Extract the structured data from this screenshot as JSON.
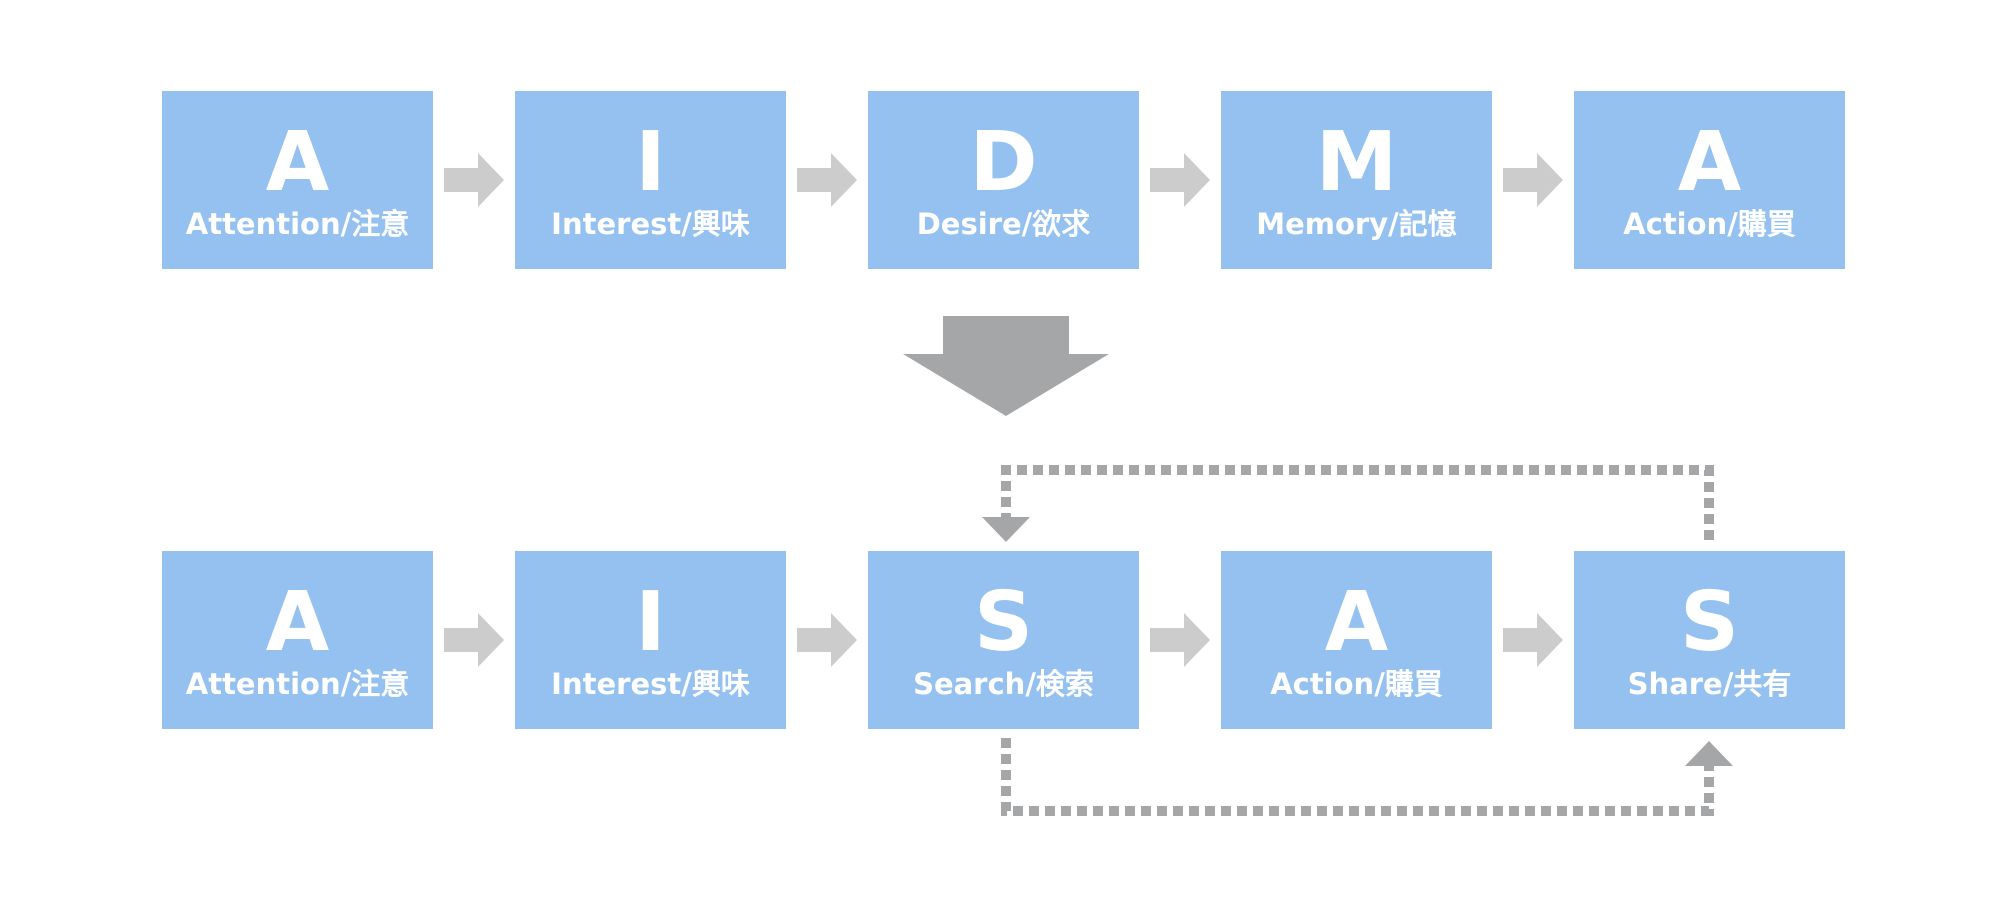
{
  "colors": {
    "box_fill": "#94c1ef",
    "box_text": "#ffffff",
    "small_arrow": "#cccccc",
    "transition_arrow": "#a5a6a8",
    "loop_line": "#a5a6a8"
  },
  "aidma": {
    "steps": [
      {
        "letter": "A",
        "label": "Attention/注意"
      },
      {
        "letter": "I",
        "label": "Interest/興味"
      },
      {
        "letter": "D",
        "label": "Desire/欲求"
      },
      {
        "letter": "M",
        "label": "Memory/記憶"
      },
      {
        "letter": "A",
        "label": "Action/購買"
      }
    ]
  },
  "aisas": {
    "steps": [
      {
        "letter": "A",
        "label": "Attention/注意"
      },
      {
        "letter": "I",
        "label": "Interest/興味"
      },
      {
        "letter": "S",
        "label": "Search/検索"
      },
      {
        "letter": "A",
        "label": "Action/購買"
      },
      {
        "letter": "S",
        "label": "Share/共有"
      }
    ]
  },
  "icons": {
    "step_arrow": "arrow-right-icon",
    "transition_arrow": "arrow-down-icon",
    "loop_arrow_down": "arrow-down-icon",
    "loop_arrow_up": "arrow-up-icon"
  }
}
